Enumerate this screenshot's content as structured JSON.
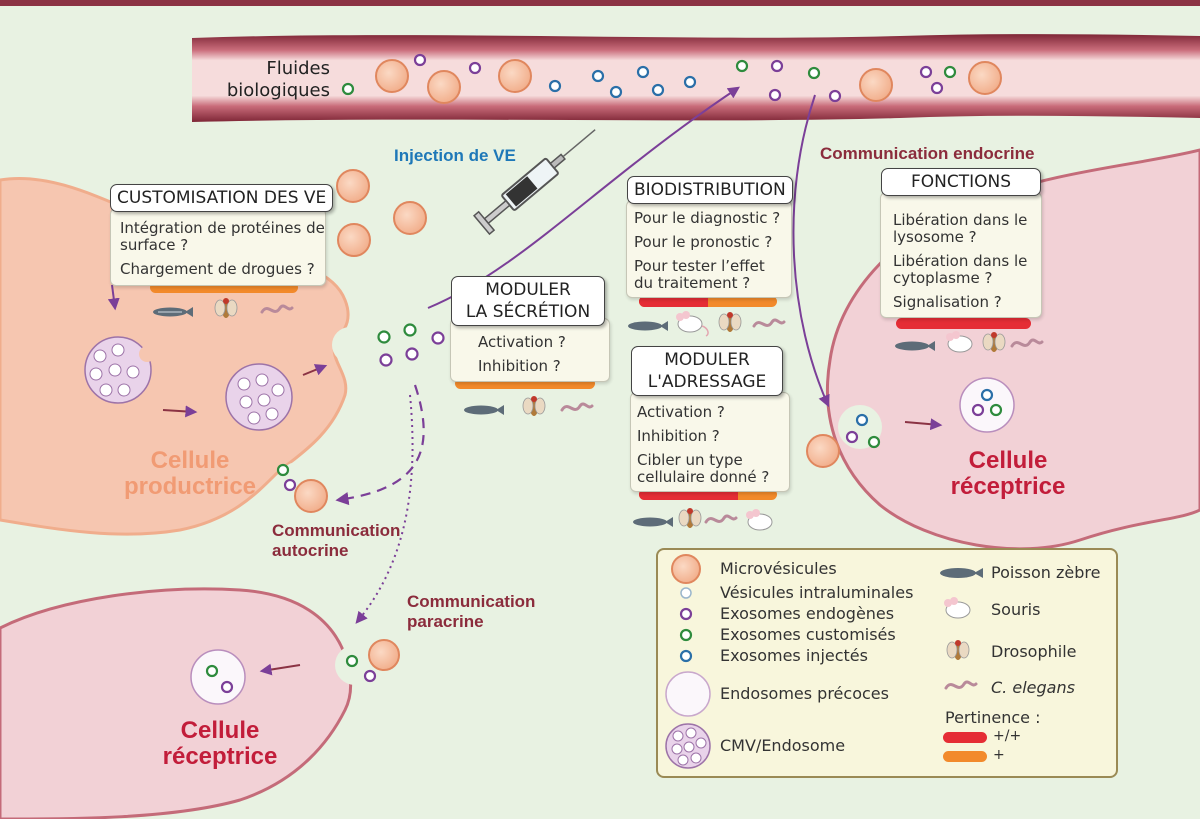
{
  "vessel": {
    "label_line1": "Fluides",
    "label_line2": "biologiques"
  },
  "injection_label": "Injection de VE",
  "communication": {
    "endocrine": "Communication endocrine",
    "autocrine_line1": "Communication",
    "autocrine_line2": "autocrine",
    "paracrine_line1": "Communication",
    "paracrine_line2": "paracrine"
  },
  "cells": {
    "producer_line1": "Cellule",
    "producer_line2": "productrice",
    "receiver_line1": "Cellule",
    "receiver_line2": "réceptrice"
  },
  "boxes": {
    "customisation": {
      "title": "CUSTOMISATION DES VE",
      "items": [
        "Intégration de protéines de surface ?",
        "Chargement de drogues ?"
      ]
    },
    "secretion": {
      "title_line1": "MODULER",
      "title_line2": "LA SÉCRÉTION",
      "items": [
        "Activation ?",
        "Inhibition ?"
      ]
    },
    "biodistribution": {
      "title": "BIODISTRIBUTION",
      "items": [
        "Pour le diagnostic ?",
        "Pour le pronostic ?",
        "Pour tester l’effet du traitement ?"
      ]
    },
    "adressage": {
      "title_line1": "MODULER",
      "title_line2": "L'ADRESSAGE",
      "items": [
        "Activation ?",
        "Inhibition ?",
        "Cibler un type cellulaire donné ?"
      ]
    },
    "fonctions": {
      "title": "FONCTIONS",
      "items": [
        "Libération dans le lysosome ?",
        "Libération dans le cytoplasme ?",
        "Signalisation ?"
      ]
    }
  },
  "legend": {
    "microvesicules": "Microvésicules",
    "intraluminales": "Vésicules intraluminales",
    "endogenes": "Exosomes endogènes",
    "customises": "Exosomes customisés",
    "injectes": "Exosomes injectés",
    "endosomes": "Endosomes précoces",
    "cmv": "CMV/Endosome",
    "zebrafish": "Poisson zèbre",
    "mouse": "Souris",
    "drosophila": "Drosophile",
    "celegans": "C. elegans",
    "pertinence_title": "Pertinence :",
    "high": "+/+",
    "low": "+"
  },
  "colors": {
    "high": "#e52d35",
    "low": "#f28a2b",
    "endogenous": "#7b3f98",
    "custom": "#2e8b3d",
    "injected": "#2a6fa8",
    "microvesicle": "#f2b79a"
  },
  "icons": [
    "zebrafish-icon",
    "mouse-icon",
    "drosophila-icon",
    "c-elegans-icon",
    "syringe-icon"
  ]
}
